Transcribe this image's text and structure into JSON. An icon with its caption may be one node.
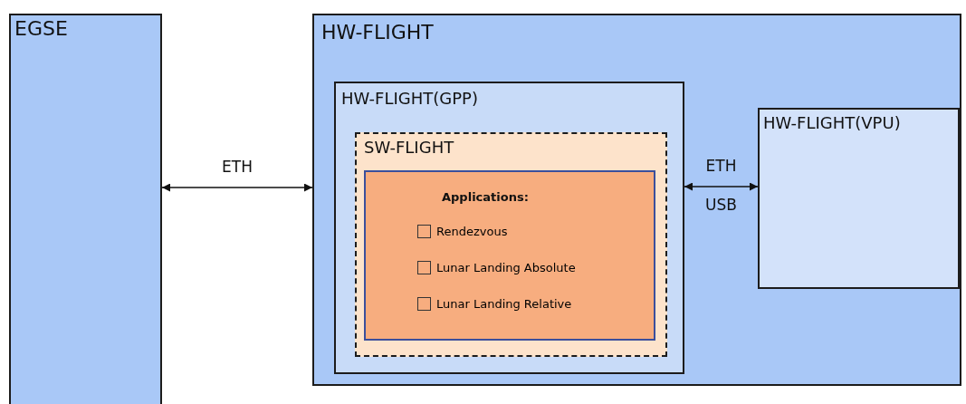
{
  "diagram": {
    "nodes": [
      {
        "text": [
          "EGSE"
        ]
      },
      {
        "text": [
          "HW-FLIGHT"
        ]
      },
      {
        "text": [
          "HW-FLIGHT(GPP)"
        ],
        "in": 1
      },
      {
        "text": [
          "SW-FLIGHT"
        ],
        "in": 2
      },
      {
        "text": [
          "Applications:",
          "Rendezvous",
          "Lunar Landing Absolute",
          "Lunar Landing Relative"
        ],
        "in": 3
      },
      {
        "text": [
          "HW-FLIGHT(VPU)"
        ],
        "in": 1
      }
    ],
    "edges": [
      {
        "from": 0,
        "to": 1,
        "arrow": "both",
        "label": "ETH"
      },
      {
        "from": 2,
        "to": 5,
        "arrow": "both",
        "label": "ETH"
      }
    ],
    "labels": [
      "USB"
    ]
  }
}
